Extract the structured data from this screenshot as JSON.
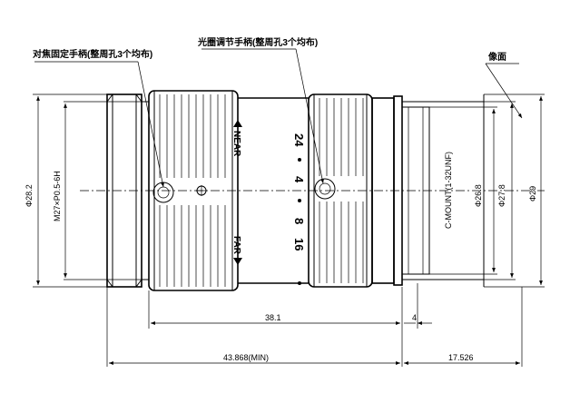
{
  "annotations": {
    "focus_ring_hole": "对焦固定手柄(整周孔3个均布)",
    "iris_ring_hole": "光圈调节手柄(整周孔3个均布)",
    "image_plane": "像面"
  },
  "focus_scale": {
    "near_label": "NEAR",
    "far_label": "FAR",
    "marks": [
      "24",
      "4",
      "8",
      "16"
    ]
  },
  "dimensions": {
    "front_diameter": "Φ28.2",
    "front_thread": "M27×P0.5-6H",
    "mount_thread": "C-MOUNT(1-32UNF)",
    "rear_diameter_1": "Φ26.8",
    "rear_diameter_2": "Φ27.8",
    "rear_diameter_3": "Φ29",
    "ring_span": "38.1",
    "flange_offset": "4",
    "total_length": "43.868(MIN)",
    "back_focus": "17.526"
  }
}
